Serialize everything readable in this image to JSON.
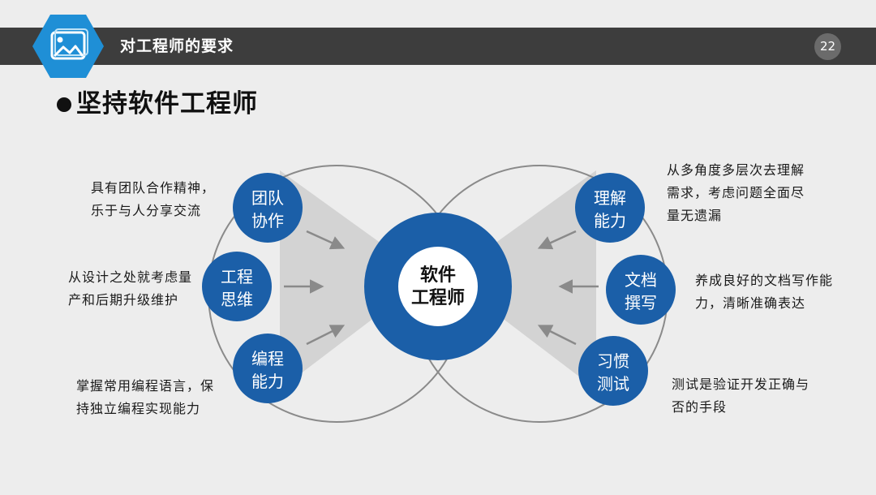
{
  "header": {
    "title": "对工程师的要求",
    "page_number": "22",
    "logo_icon": "picture-icon"
  },
  "main_heading": "坚持软件工程师",
  "colors": {
    "accent": "#1b5fa8",
    "header_bg": "#3d3d3d",
    "wedge": "#d3d3d3",
    "outline": "#8a8a8a"
  },
  "center": {
    "line1": "软件",
    "line2": "工程师"
  },
  "left_nodes": [
    {
      "line1": "团队",
      "line2": "协作",
      "desc": [
        "具有团队合作精神，",
        "乐于与人分享交流"
      ]
    },
    {
      "line1": "工程",
      "line2": "思维",
      "desc": [
        "从设计之处就考虑量",
        "产和后期升级维护"
      ]
    },
    {
      "line1": "编程",
      "line2": "能力",
      "desc": [
        "掌握常用编程语言，保",
        "持独立编程实现能力"
      ]
    }
  ],
  "right_nodes": [
    {
      "line1": "理解",
      "line2": "能力",
      "desc": [
        "从多角度多层次去理解",
        "需求，考虑问题全面尽",
        "量无遗漏"
      ]
    },
    {
      "line1": "文档",
      "line2": "撰写",
      "desc": [
        "养成良好的文档写作能",
        "力，清晰准确表达"
      ]
    },
    {
      "line1": "习惯",
      "line2": "测试",
      "desc": [
        "测试是验证开发正确与",
        "否的手段"
      ]
    }
  ]
}
